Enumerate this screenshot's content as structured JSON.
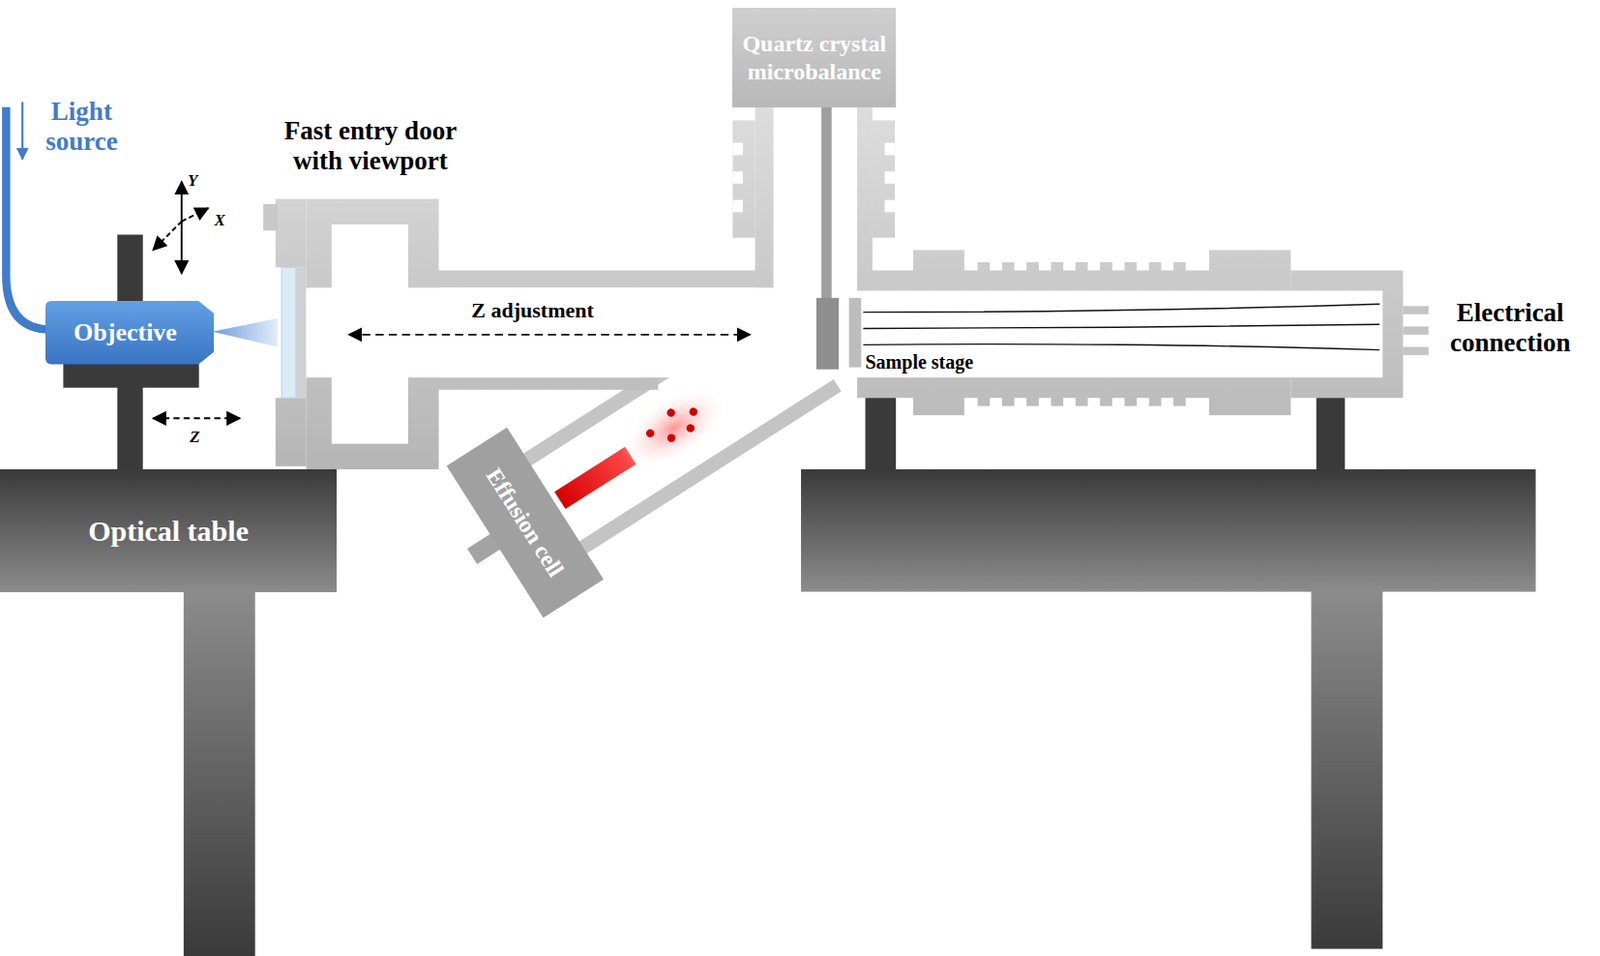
{
  "diagram": {
    "nodes": [
      {
        "text": [
          "Quartz crystal microbalance"
        ]
      },
      {
        "text": [
          "Objective"
        ]
      },
      {
        "text": [
          "Effusion cell"
        ]
      },
      {
        "text": [
          "Optical table"
        ]
      }
    ],
    "labels": [
      "Light source",
      "Y",
      "X",
      "Z",
      "Fast entry door with viewport",
      "Z adjustment",
      "Sample stage",
      "Electrical connection"
    ]
  }
}
